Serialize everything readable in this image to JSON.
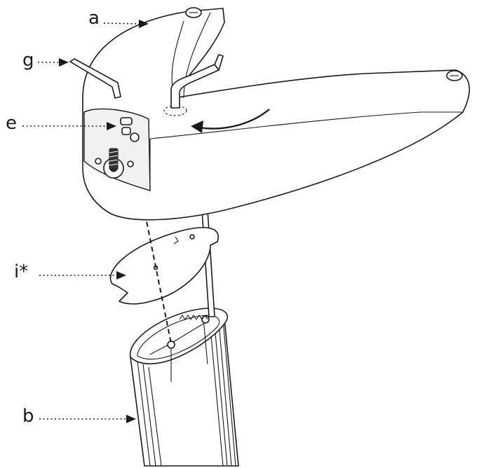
{
  "callouts": [
    {
      "id": "a",
      "label": "a"
    },
    {
      "id": "g",
      "label": "g"
    },
    {
      "id": "e",
      "label": "e"
    },
    {
      "id": "i",
      "label": "i*"
    },
    {
      "id": "b",
      "label": "b"
    }
  ]
}
